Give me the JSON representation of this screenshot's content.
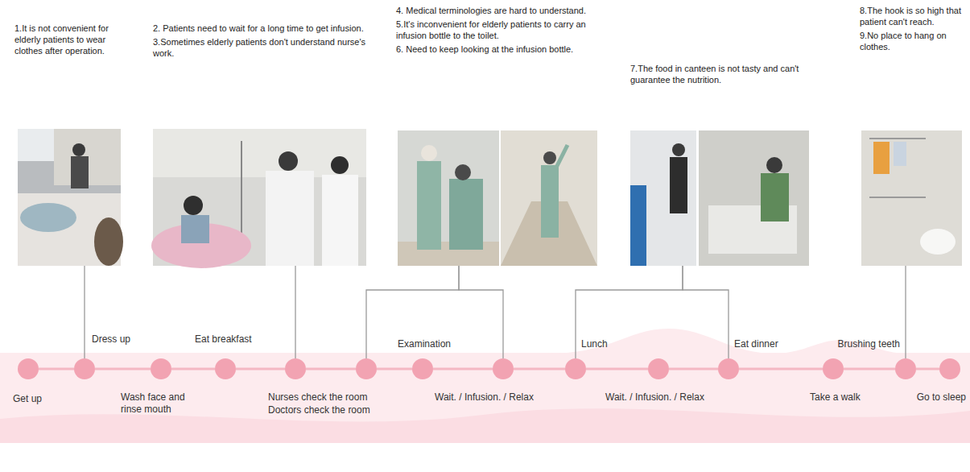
{
  "diagram": {
    "nodes": [
      {
        "text": [
          "Get up"
        ]
      },
      {
        "text": [
          "Dress up"
        ]
      },
      {
        "text": [
          "Wash face and rinse mouth"
        ]
      },
      {
        "text": [
          "Eat breakfast"
        ]
      },
      {
        "text": [
          "Nurses check the room"
        ]
      },
      {
        "text": [
          "Doctors check the room"
        ]
      },
      {
        "text": [
          "Examination"
        ]
      },
      {
        "text": [
          "Wait. / Infusion. / Relax"
        ]
      },
      {
        "text": [
          "Lunch"
        ]
      },
      {
        "text": [
          "Wait. / Infusion. / Relax"
        ]
      },
      {
        "text": [
          "Eat dinner"
        ]
      },
      {
        "text": [
          "Take a walk"
        ]
      },
      {
        "text": [
          "Brushing teeth"
        ]
      },
      {
        "text": [
          "Go to sleep"
        ]
      },
      {
        "text": [
          "1.It is not convenient for elderly patients to wear clothes after operation."
        ]
      },
      {
        "text": [
          "2. Patients need to wait for a long time to get infusion.",
          "3.Sometimes elderly patients don't understand nurse's work."
        ]
      },
      {
        "text": [
          "4. Medical terminologies are hard to understand.",
          "5.It's inconvenient for elderly patients to carry an infusion bottle to the toilet.",
          "6. Need to keep looking at the infusion bottle."
        ]
      },
      {
        "text": [
          "7.The food in canteen is not tasty and can't guarantee the nutrition."
        ]
      },
      {
        "text": [
          "8.The hook is so high that patient can't reach.",
          "9.No place to hang on clothes."
        ]
      }
    ],
    "edges": [
      {
        "from": 0,
        "to": 1,
        "arrow": "none"
      },
      {
        "from": 1,
        "to": 2,
        "arrow": "none"
      },
      {
        "from": 2,
        "to": 3,
        "arrow": "none"
      },
      {
        "from": 3,
        "to": 4,
        "arrow": "none"
      },
      {
        "from": 4,
        "to": 5,
        "arrow": "none"
      },
      {
        "from": 5,
        "to": 6,
        "arrow": "none"
      },
      {
        "from": 6,
        "to": 7,
        "arrow": "none"
      },
      {
        "from": 7,
        "to": 8,
        "arrow": "none"
      },
      {
        "from": 8,
        "to": 9,
        "arrow": "none"
      },
      {
        "from": 9,
        "to": 10,
        "arrow": "none"
      },
      {
        "from": 10,
        "to": 11,
        "arrow": "none"
      },
      {
        "from": 11,
        "to": 12,
        "arrow": "none"
      },
      {
        "from": 12,
        "to": 13,
        "arrow": "none"
      },
      {
        "from": 14,
        "to": 1,
        "arrow": "none"
      },
      {
        "from": 15,
        "to": 4,
        "arrow": "none"
      },
      {
        "from": 16,
        "to": 5,
        "arrow": "none"
      },
      {
        "from": 16,
        "to": 7,
        "arrow": "none"
      },
      {
        "from": 17,
        "to": 8,
        "arrow": "none"
      },
      {
        "from": 17,
        "to": 10,
        "arrow": "none"
      },
      {
        "from": 18,
        "to": 12,
        "arrow": "none"
      }
    ]
  }
}
